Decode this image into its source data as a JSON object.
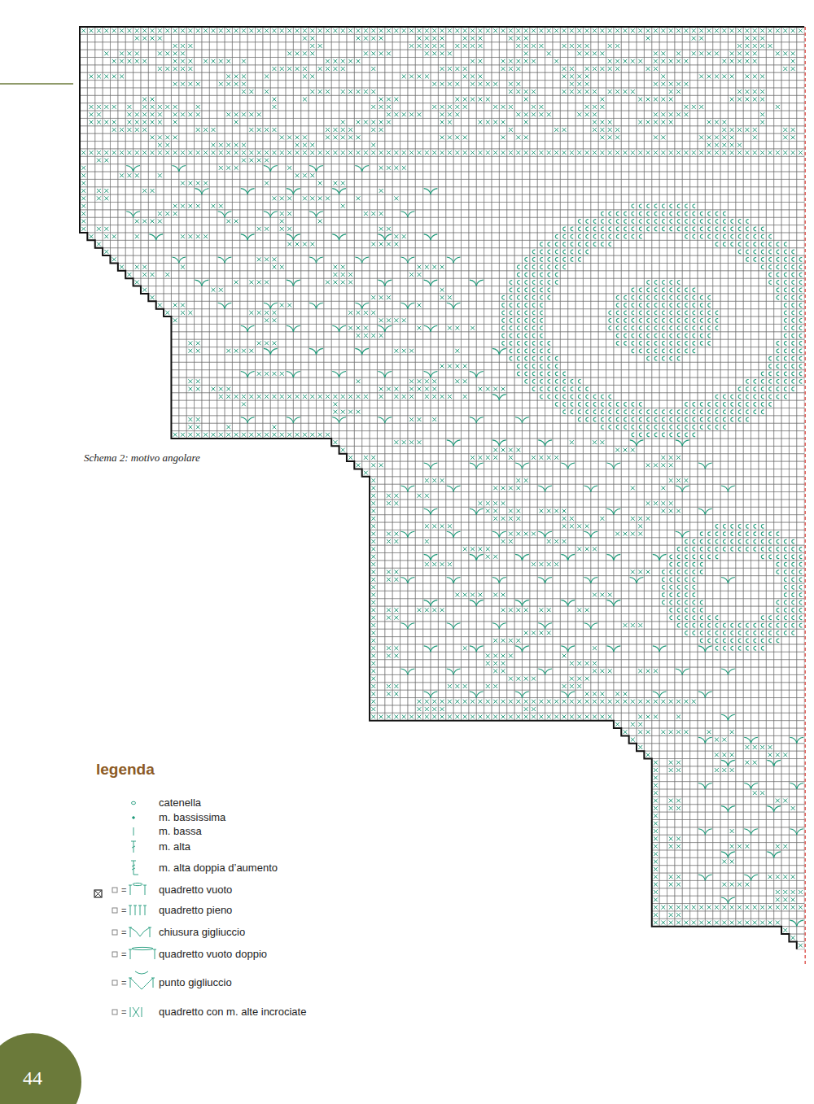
{
  "diagram": {
    "caption": "Schema 2: motivo angolare",
    "labels": [
      "legenda",
      "=",
      "=",
      "=",
      "=",
      "=",
      "=",
      "44"
    ],
    "legend": [
      {
        "text": "catenella"
      },
      {
        "text": "m. bassissima"
      },
      {
        "text": "m. bassa"
      },
      {
        "text": "m. alta"
      },
      {
        "text": "m. alta doppia d’aumento"
      },
      {
        "text": "quadretto vuoto"
      },
      {
        "text": "quadretto pieno"
      },
      {
        "text": "chiusura gigliuccio"
      },
      {
        "text": "quadretto vuoto doppio"
      },
      {
        "text": "punto gigliuccio"
      },
      {
        "text": "quadretto con m. alte incrociate"
      }
    ]
  }
}
